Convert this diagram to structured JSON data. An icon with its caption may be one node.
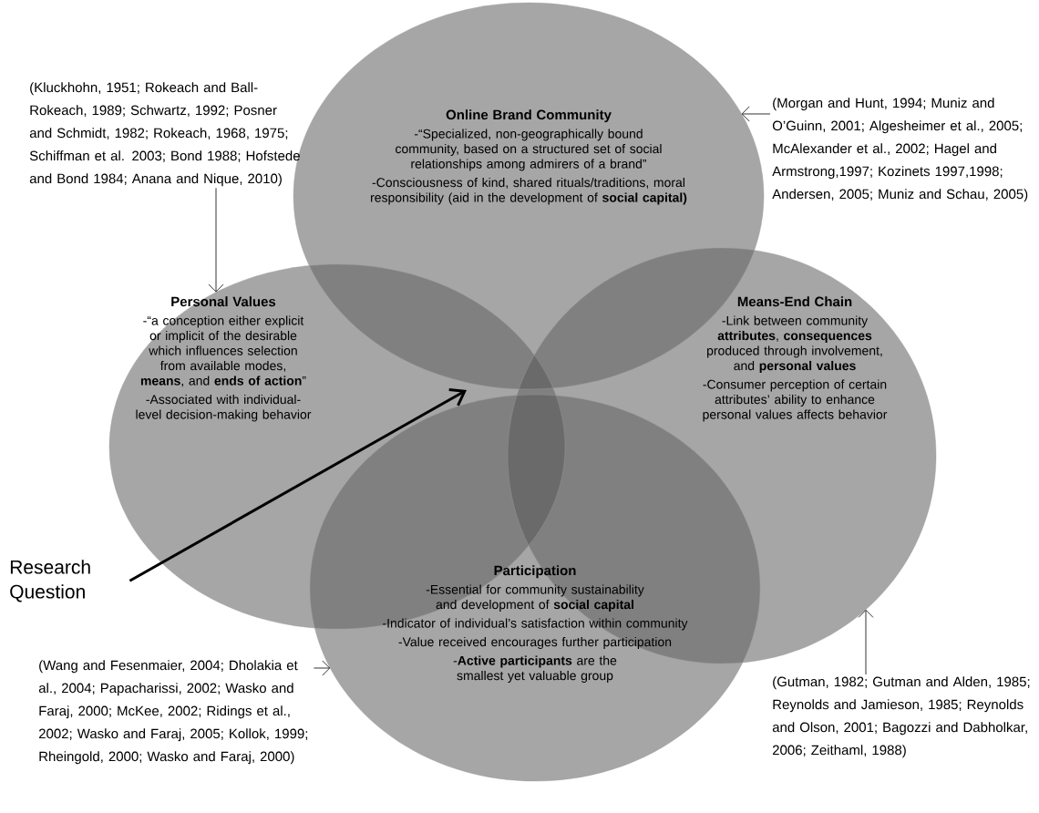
{
  "diagram": {
    "nodes": [
      {
        "text": [
          "Online Brand Community",
          "-“Specialized, non-geographically bound community, based on a structured set of social relationships among admirers of a brand”",
          "-Consciousness of kind, shared rituals/traditions, moral responsibility (aid in the development of **social capital)**"
        ]
      },
      {
        "text": [
          "Personal Values",
          "-“a conception either explicit or implicit of the desirable which influences selection from available modes, **means**, and **ends of action**”",
          "-Associated with individual-level decision-making behavior"
        ]
      },
      {
        "text": [
          "Means-End Chain",
          "-Link between community **attributes**, **consequences** produced through involvement, and **personal values**",
          "-Consumer perception of certain attributes’ ability to enhance personal values affects behavior"
        ]
      },
      {
        "text": [
          "Participation",
          "-Essential for community sustainability and development of **social capital**",
          "-Indicator of individual’s satisfaction within community",
          "-Value received encourages further participation",
          "-**Active participants** are the smallest yet valuable group"
        ]
      },
      {
        "text": [
          "(Kluckhohn, 1951; Rokeach and Ball-Rokeach, 1989; Schwartz, 1992; Posner and Schmidt, 1982; Rokeach, 1968, 1975; Schiffman et al. 2003; Bond 1988; Hofstede and Bond 1984; Anana and Nique, 2010)"
        ]
      },
      {
        "text": [
          "(Morgan and Hunt, 1994; Muniz and O’Guinn, 2001; Algesheimer et al., 2005; McAlexander et al., 2002; Hagel and Armstrong,1997; Kozinets 1997,1998; Andersen, 2005; Muniz and Schau, 2005)"
        ]
      },
      {
        "text": [
          "Research Question"
        ]
      },
      {
        "text": [
          "(Wang and Fesenmaier, 2004; Dholakia et al., 2004; Papacharissi, 2002; Wasko and Faraj, 2000; McKee, 2002; Ridings et al., 2002; Wasko and Faraj, 2005; Kollok, 1999; Rheingold, 2000; Wasko and Faraj, 2000)"
        ]
      },
      {
        "text": [
          "(Gutman, 1982; Gutman and Alden, 1985; Reynolds and Jamieson, 1985; Reynolds and Olson, 2001; Bagozzi and Dabholkar, 2006; Zeithaml, 1988)"
        ]
      }
    ],
    "edges": [
      {
        "from": 4,
        "to": 1,
        "arrow": "to"
      },
      {
        "from": 5,
        "to": 0,
        "arrow": "to"
      },
      {
        "from": 6,
        "to": 1,
        "arrow": "to",
        "style": "thick"
      },
      {
        "from": 7,
        "to": 3,
        "arrow": "to"
      },
      {
        "from": 8,
        "to": 2,
        "arrow": "to"
      }
    ]
  }
}
